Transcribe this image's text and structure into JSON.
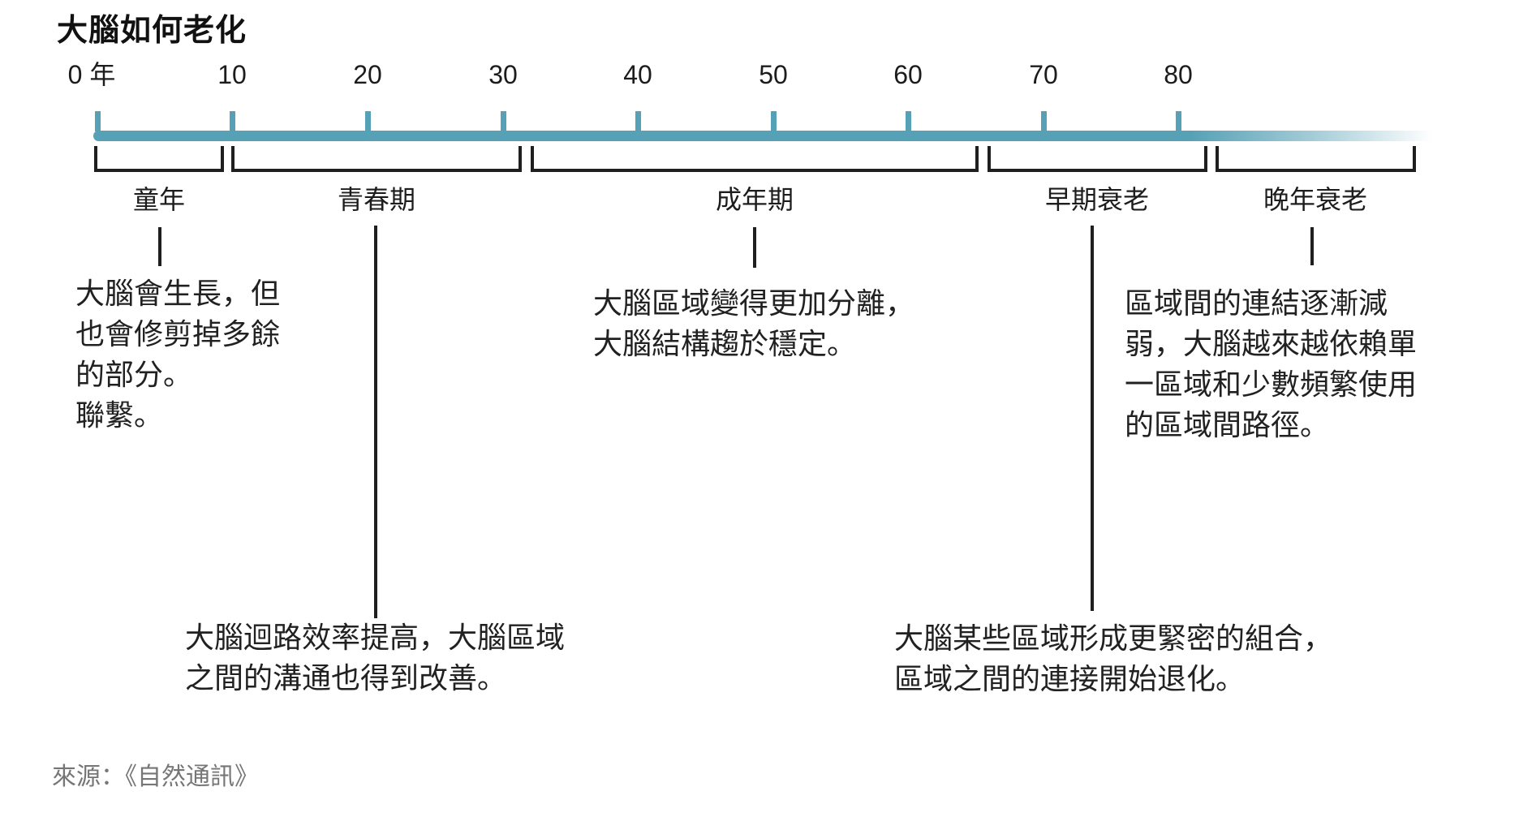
{
  "title": "大腦如何老化",
  "source": "來源：《自然通訊》",
  "colors": {
    "timeline_bar": "#57a1b6",
    "bracket_line": "#1f1f1f",
    "body_text": "#212121",
    "source_text": "#767676"
  },
  "timeline": {
    "unit_label": "年",
    "ticks": [
      "0 年",
      "10",
      "20",
      "30",
      "40",
      "50",
      "60",
      "70",
      "80"
    ]
  },
  "stages": [
    {
      "label": "童年",
      "description": "大腦會生長，但\n也會修剪掉多餘\n的部分。\n聯繫。"
    },
    {
      "label": "青春期",
      "description": "大腦迴路效率提高，大腦區域\n之間的溝通也得到改善。"
    },
    {
      "label": "成年期",
      "description": "大腦區域變得更加分離，\n大腦結構趨於穩定。"
    },
    {
      "label": "早期衰老",
      "description": "大腦某些區域形成更緊密的組合，\n區域之間的連接開始退化。"
    },
    {
      "label": "晚年衰老",
      "description": "區域間的連結逐漸減\n弱，大腦越來越依賴單\n一區域和少數頻繁使用\n的區域間路徑。"
    }
  ]
}
